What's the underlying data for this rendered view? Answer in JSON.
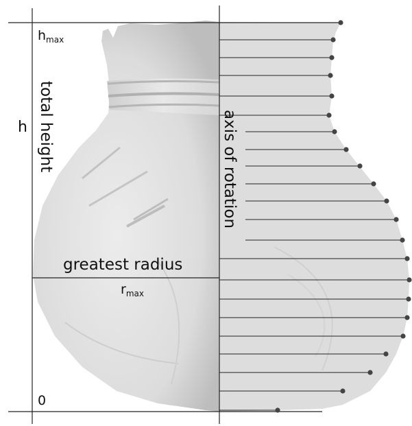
{
  "labels": {
    "h_max_main": "h",
    "h_max_sub": "max",
    "h": "h",
    "total_height": "total height",
    "axis_of_rotation": "axis of rotation",
    "greatest_radius": "greatest radius",
    "r_max_main": "r",
    "r_max_sub": "max",
    "zero": "0"
  },
  "colors": {
    "line": "#222222",
    "profile_point": "#444444",
    "vessel_light": "#e6e6e6",
    "vessel_shade": "#c9c9c9",
    "vessel_right_half": "#dedede"
  }
}
